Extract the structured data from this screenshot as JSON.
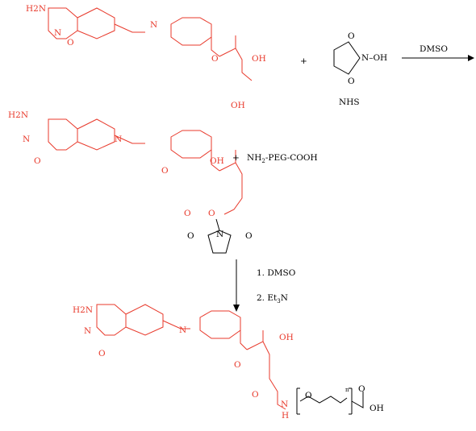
{
  "colors": {
    "folate": "#e8392b",
    "reagent": "#000000"
  },
  "atoms": {
    "h2n": "H2N",
    "nh": "N",
    "h": "H",
    "n": "N",
    "o": "O",
    "oh": "OH",
    "hn_link": "N"
  },
  "reagents": {
    "plus": "+",
    "nhs_n_oh": "N–OH",
    "nhs_label": "NHS",
    "peg_prefix": "NH",
    "peg_sub": "2",
    "peg_suffix": "-PEG-COOH"
  },
  "conditions": {
    "step1": "DMSO",
    "step2_line1": "1. DMSO",
    "step2_line2_prefix": "2. Et",
    "step2_line2_sub": "3",
    "step2_line2_suffix": "N"
  },
  "product": {
    "n_sub": "n",
    "cooh": "OH",
    "amide_n": "N",
    "amide_h": "H",
    "o": "O"
  }
}
